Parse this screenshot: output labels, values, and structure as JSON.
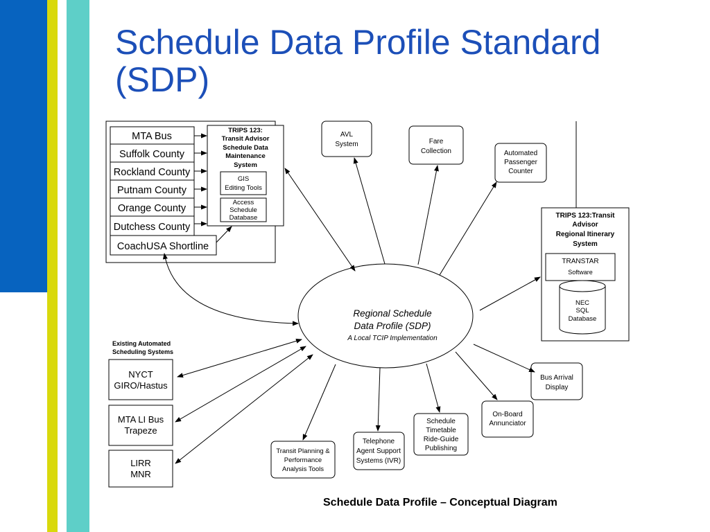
{
  "title": {
    "line1": "Schedule Data Profile Standard",
    "line2": "(SDP)"
  },
  "agencies": [
    "MTA Bus",
    "Suffolk County",
    "Rockland County",
    "Putnam County",
    "Orange County",
    "Dutchess County",
    "CoachUSA Shortline"
  ],
  "trips_maintenance": {
    "title": [
      "TRIPS 123:",
      "Transit Advisor",
      "Schedule Data",
      "Maintenance",
      "System"
    ],
    "gis": [
      "GIS",
      "Editing Tools"
    ],
    "access": [
      "Access",
      "Schedule",
      "Database"
    ]
  },
  "center": {
    "line1": "Regional Schedule",
    "line2": "Data Profile (SDP)",
    "sub": "A Local TCIP Implementation"
  },
  "top_nodes": {
    "avl": [
      "AVL",
      "System"
    ],
    "fare": [
      "Fare",
      "Collection"
    ],
    "apc": [
      "Automated",
      "Passenger",
      "Counter"
    ]
  },
  "trips_itinerary": {
    "title": [
      "TRIPS 123:Transit",
      "Advisor",
      "Regional Itinerary",
      "System"
    ],
    "transtar": "TRANSTAR",
    "software": "Software",
    "db": [
      "NEC",
      "SQL",
      "Database"
    ]
  },
  "existing": {
    "label": [
      "Existing Automated",
      "Scheduling Systems"
    ],
    "nyct": [
      "NYCT",
      "GIRO/Hastus"
    ],
    "mtali": [
      "MTA LI Bus",
      "Trapeze"
    ],
    "lirr": [
      "LIRR",
      "MNR"
    ]
  },
  "bottom_nodes": {
    "planning": [
      "Transit Planning &",
      "Performance",
      "Analysis Tools"
    ],
    "telephone": [
      "Telephone",
      "Agent Support",
      "Systems (IVR)"
    ],
    "timetable": [
      "Schedule",
      "Timetable",
      "Ride-Guide",
      "Publishing"
    ],
    "annunciator": [
      "On-Board",
      "Annunciator"
    ],
    "bus_arrival": [
      "Bus Arrival",
      "Display"
    ]
  },
  "footer": "Schedule Data Profile – Conceptual Diagram",
  "colors": {
    "blue": "#0763bf",
    "yellow": "#d9d90c",
    "teal": "#5ecfc8",
    "title": "#1c4fb8"
  }
}
